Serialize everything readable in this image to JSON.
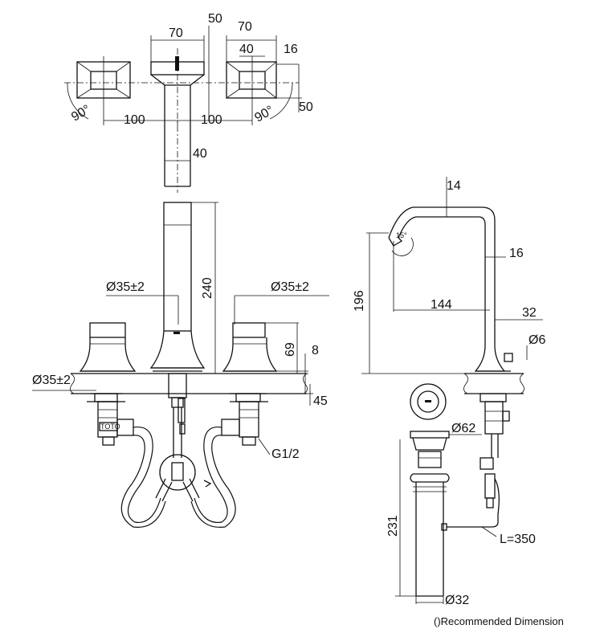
{
  "top_view": {
    "dims": {
      "w70_left": "70",
      "w50_top": "50",
      "w70_right": "70",
      "w40": "40",
      "w16": "16",
      "angle_left": "90°",
      "d100_left": "100",
      "d100_right": "100",
      "angle_right": "90°",
      "d50_right": "50",
      "spout_40": "40"
    }
  },
  "front_view": {
    "dims": {
      "dia_center": "Ø35±2",
      "dia_right": "Ø35±2",
      "height_240": "240",
      "height_69": "69",
      "d8": "8",
      "dia_left": "Ø35±2",
      "d45": "45",
      "thread": "G1/2"
    },
    "label_brand": "TOTO"
  },
  "side_view": {
    "dims": {
      "d14": "14",
      "d16": "16",
      "h196": "196",
      "reach144": "144",
      "d32_top": "32",
      "dia6": "Ø6",
      "dia62": "Ø62",
      "h231": "231",
      "length": "L=350",
      "dia32": "Ø32"
    },
    "aerator_angle": "15°"
  },
  "note": "()Recommended Dimension"
}
